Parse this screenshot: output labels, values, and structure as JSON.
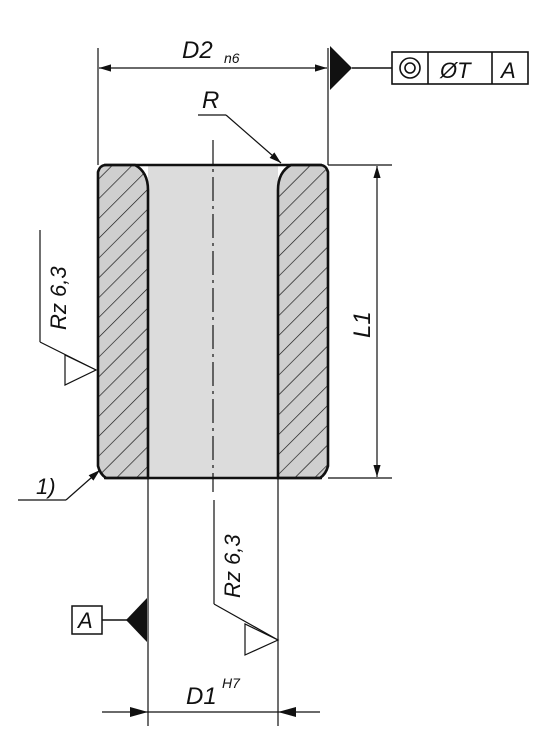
{
  "dimensions": {
    "outer_diameter": {
      "symbol": "D2",
      "tolerance": "n6"
    },
    "inner_diameter": {
      "symbol": "D1",
      "tolerance": "H7"
    },
    "length": "L1",
    "radius": "R"
  },
  "tolerance_frame": {
    "symbol": "concentricity-icon",
    "value": "ØT",
    "datum": "A"
  },
  "datum_label": "A",
  "surface_roughness": {
    "outer": "Rz 6,3",
    "bore": "Rz 6,3"
  },
  "note": "1)",
  "colors": {
    "hatch_fill": "#cfcfcf",
    "bore_fill": "#dcdcdc",
    "line": "#111111"
  }
}
